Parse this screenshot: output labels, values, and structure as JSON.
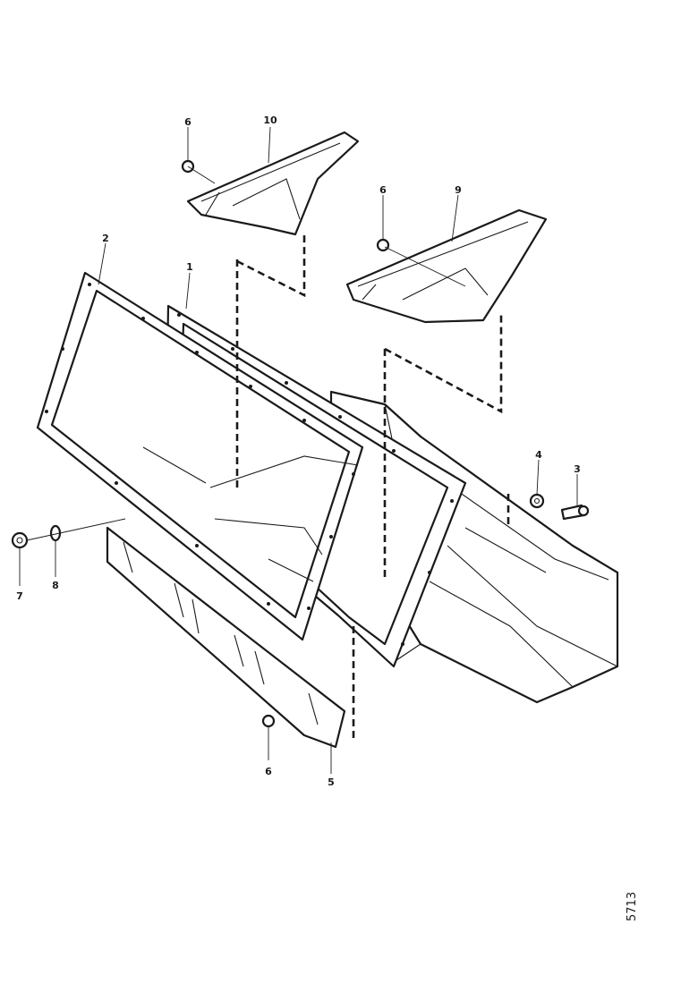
{
  "callouts": {
    "c1": "1",
    "c2": "2",
    "c3": "3",
    "c4": "4",
    "c5": "5",
    "c6a": "6",
    "c6b": "6",
    "c6c": "6",
    "c7": "7",
    "c8": "8",
    "c9": "9",
    "c10": "10"
  },
  "sheet_number": "5713"
}
